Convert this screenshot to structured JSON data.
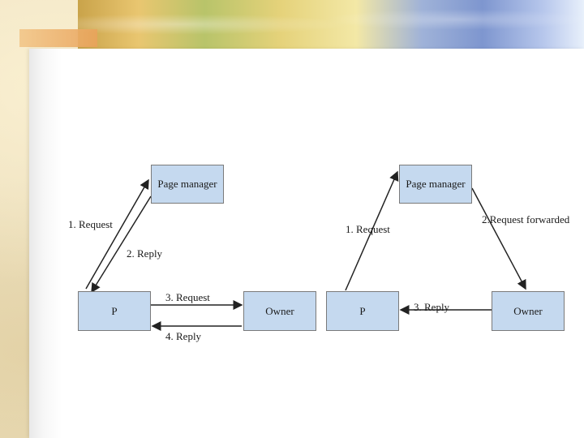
{
  "nodes": {
    "pm_left": "Page manager",
    "p_left": "P",
    "owner_left": "Owner",
    "pm_right": "Page manager",
    "p_right": "P",
    "owner_right": "Owner"
  },
  "edge_labels": {
    "left_request_1": "1. Request",
    "left_reply_2": "2. Reply",
    "left_request_3": "3. Request",
    "left_reply_4": "4. Reply",
    "right_request_1": "1. Request",
    "right_forwarded_2": "2.Request forwarded",
    "right_reply_3": "3. Reply"
  }
}
